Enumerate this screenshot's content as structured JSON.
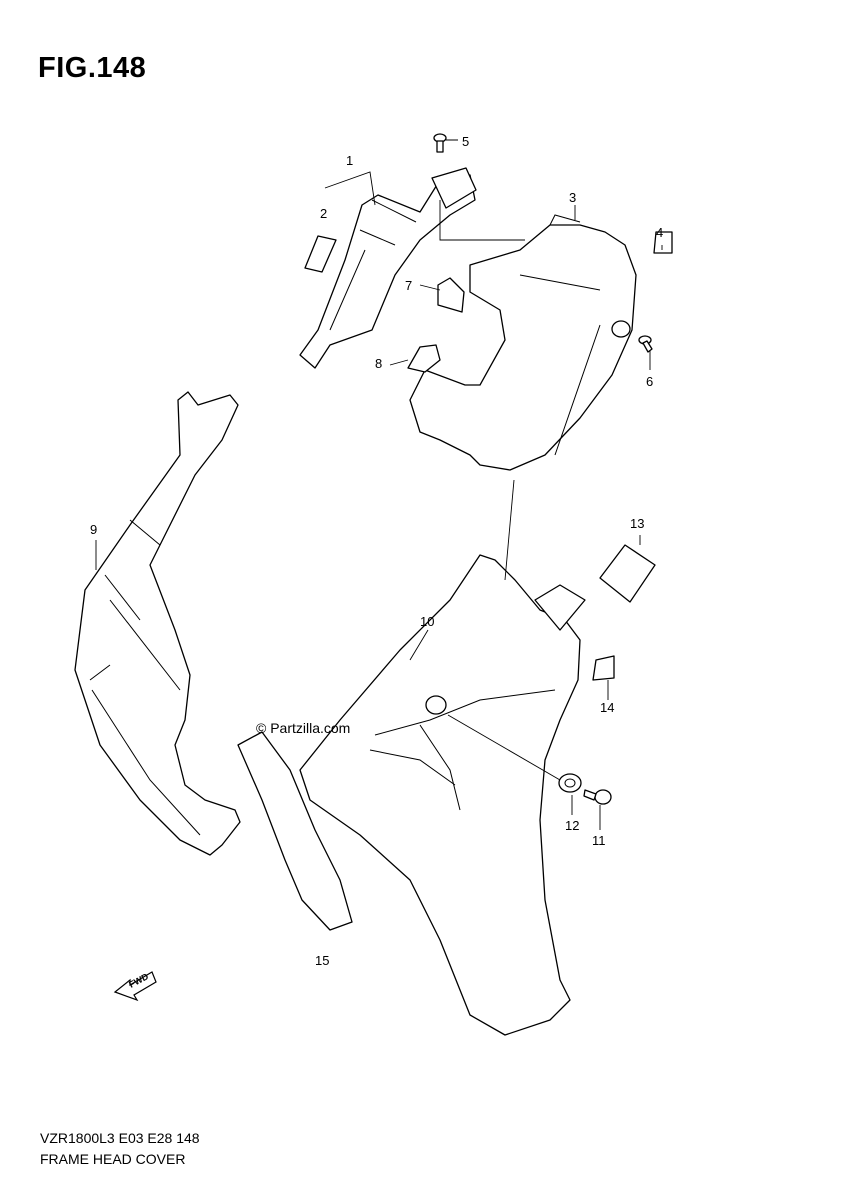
{
  "figure": {
    "title": "FIG.148",
    "watermark": "© Partzilla.com",
    "direction_label": "FWD"
  },
  "footer": {
    "model_code": "VZR1800L3  E03  E28  148",
    "section_name": "FRAME HEAD COVER"
  },
  "callouts": {
    "p1": "1",
    "p2": "2",
    "p3": "3",
    "p4": "4",
    "p5": "5",
    "p6": "6",
    "p7": "7",
    "p8": "8",
    "p9": "9",
    "p10": "10",
    "p11": "11",
    "p12": "12",
    "p13": "13",
    "p14": "14",
    "p15": "15"
  }
}
